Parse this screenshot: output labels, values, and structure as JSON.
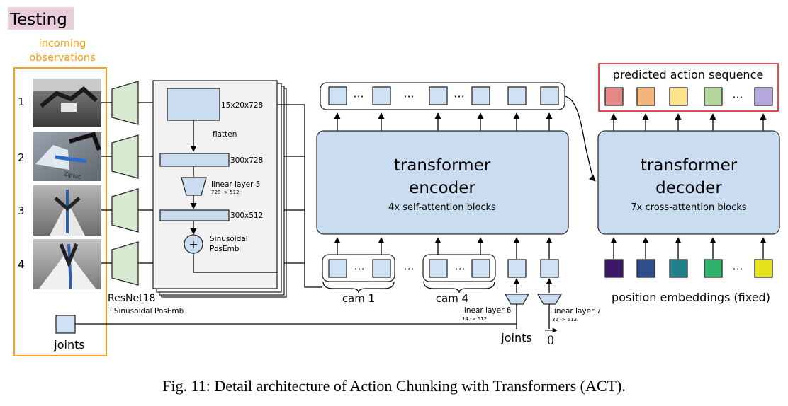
{
  "section_label": "Testing",
  "observations": {
    "title_line1": "incoming",
    "title_line2": "observations",
    "camera_indices": [
      "1",
      "2",
      "3",
      "4"
    ],
    "joints_label": "joints",
    "photo_text": "Ziploc"
  },
  "backbone": {
    "label": "ResNet18",
    "sublabel": "+Sinusoidal PosEmb"
  },
  "feature_panel": {
    "feature_map": "15x20x728",
    "flatten": "flatten",
    "flattened": "300x728",
    "linear5": "linear layer 5",
    "linear5_dims": "728 -> 512",
    "projected": "300x512",
    "plus": "+",
    "posemb_line1": "Sinusoidal",
    "posemb_line2": "PosEmb"
  },
  "encoder": {
    "title_line1": "transformer",
    "title_line2": "encoder",
    "subtitle": "4x self-attention blocks",
    "cam1": "cam 1",
    "cam4": "cam 4",
    "linear6": "linear layer 6",
    "linear6_dims": "14 -> 512",
    "linear7": "linear layer 7",
    "linear7_dims": "32 -> 512",
    "joints": "joints",
    "zero_vec": "0",
    "ellipsis": "···"
  },
  "decoder": {
    "title_line1": "transformer",
    "title_line2": "decoder",
    "subtitle": "7x cross-attention blocks",
    "output_label": "predicted action sequence",
    "pos_emb_label": "position embeddings (fixed)"
  },
  "colors": {
    "token_fill": "#cfe2f3",
    "block_fill": "#c9dcf0",
    "block_stroke": "#2b2b2b",
    "backbone_fill": "#d9ead3",
    "observation_border": "#f6a21a",
    "observation_title": "#f39c12",
    "testing_bg": "#e8cedb",
    "action_border": "#e02020",
    "action_tokens": [
      "#e48888",
      "#f4b57a",
      "#fde38c",
      "#b2d69b",
      "#b6a8dc"
    ],
    "position_tokens": [
      "#3d1767",
      "#2e4d8a",
      "#1f7f8a",
      "#2fb36b",
      "#e6e21c"
    ]
  },
  "caption": "Fig. 11: Detail architecture of Action Chunking with Transformers (ACT)."
}
